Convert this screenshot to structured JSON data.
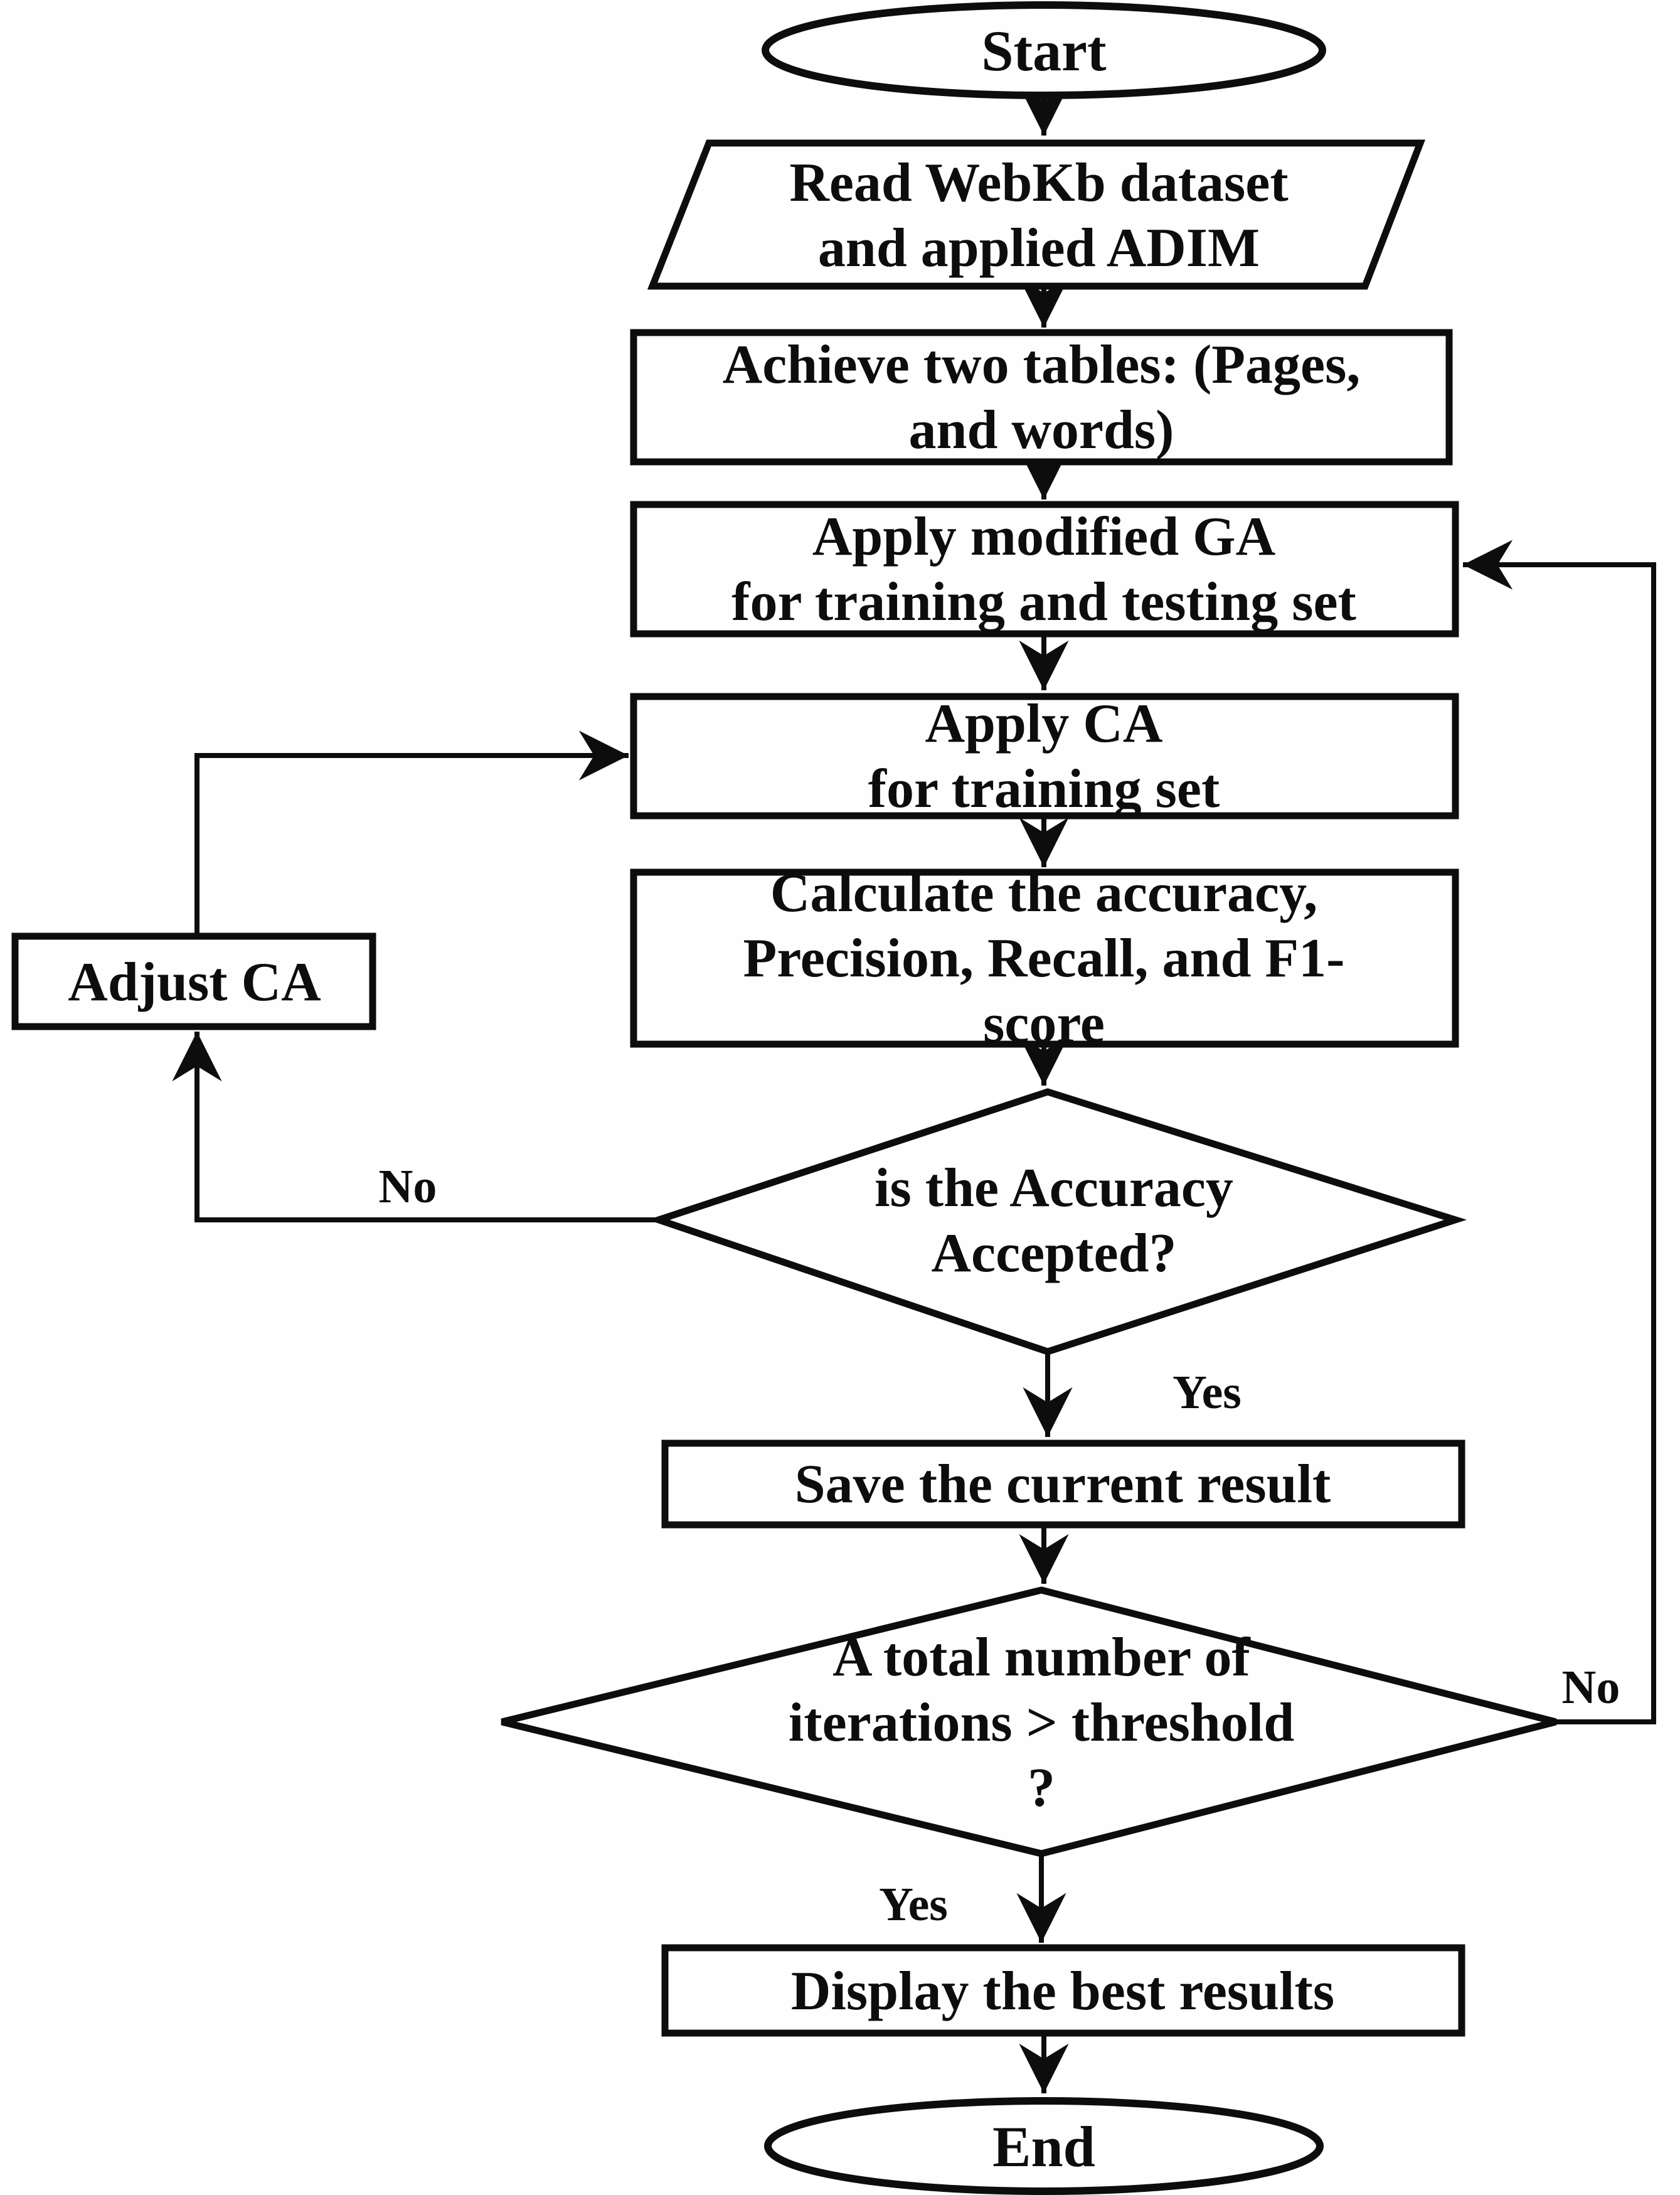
{
  "colors": {
    "ink": "#0d0d0d",
    "background": "#ffffff"
  },
  "nodes": {
    "start": {
      "type": "terminator",
      "label": "Start"
    },
    "read_dataset": {
      "type": "input-output",
      "lines": [
        "Read WebKb dataset",
        "and applied ADIM"
      ]
    },
    "achieve_tables": {
      "type": "process",
      "lines": [
        "Achieve two tables: (Pages,",
        "and words)"
      ]
    },
    "apply_ga": {
      "type": "process",
      "lines": [
        "Apply modified GA",
        "for training and testing set"
      ]
    },
    "apply_ca": {
      "type": "process",
      "lines": [
        "Apply CA",
        "for training set"
      ]
    },
    "calculate_metrics": {
      "type": "process",
      "lines": [
        "Calculate the accuracy,",
        "Precision, Recall, and F1-",
        "score"
      ]
    },
    "accuracy_decision": {
      "type": "decision",
      "lines": [
        "is the Accuracy",
        "Accepted?"
      ]
    },
    "adjust_ca": {
      "type": "process",
      "label": "Adjust CA"
    },
    "save_result": {
      "type": "process",
      "label": "Save the current result"
    },
    "iterations_decision": {
      "type": "decision",
      "lines": [
        "A total number of",
        "iterations > threshold",
        "?"
      ]
    },
    "display_results": {
      "type": "process",
      "label": "Display the best results"
    },
    "end": {
      "type": "terminator",
      "label": "End"
    }
  },
  "edge_labels": {
    "accuracy_no": "No",
    "accuracy_yes": "Yes",
    "iterations_no": "No",
    "iterations_yes": "Yes"
  }
}
